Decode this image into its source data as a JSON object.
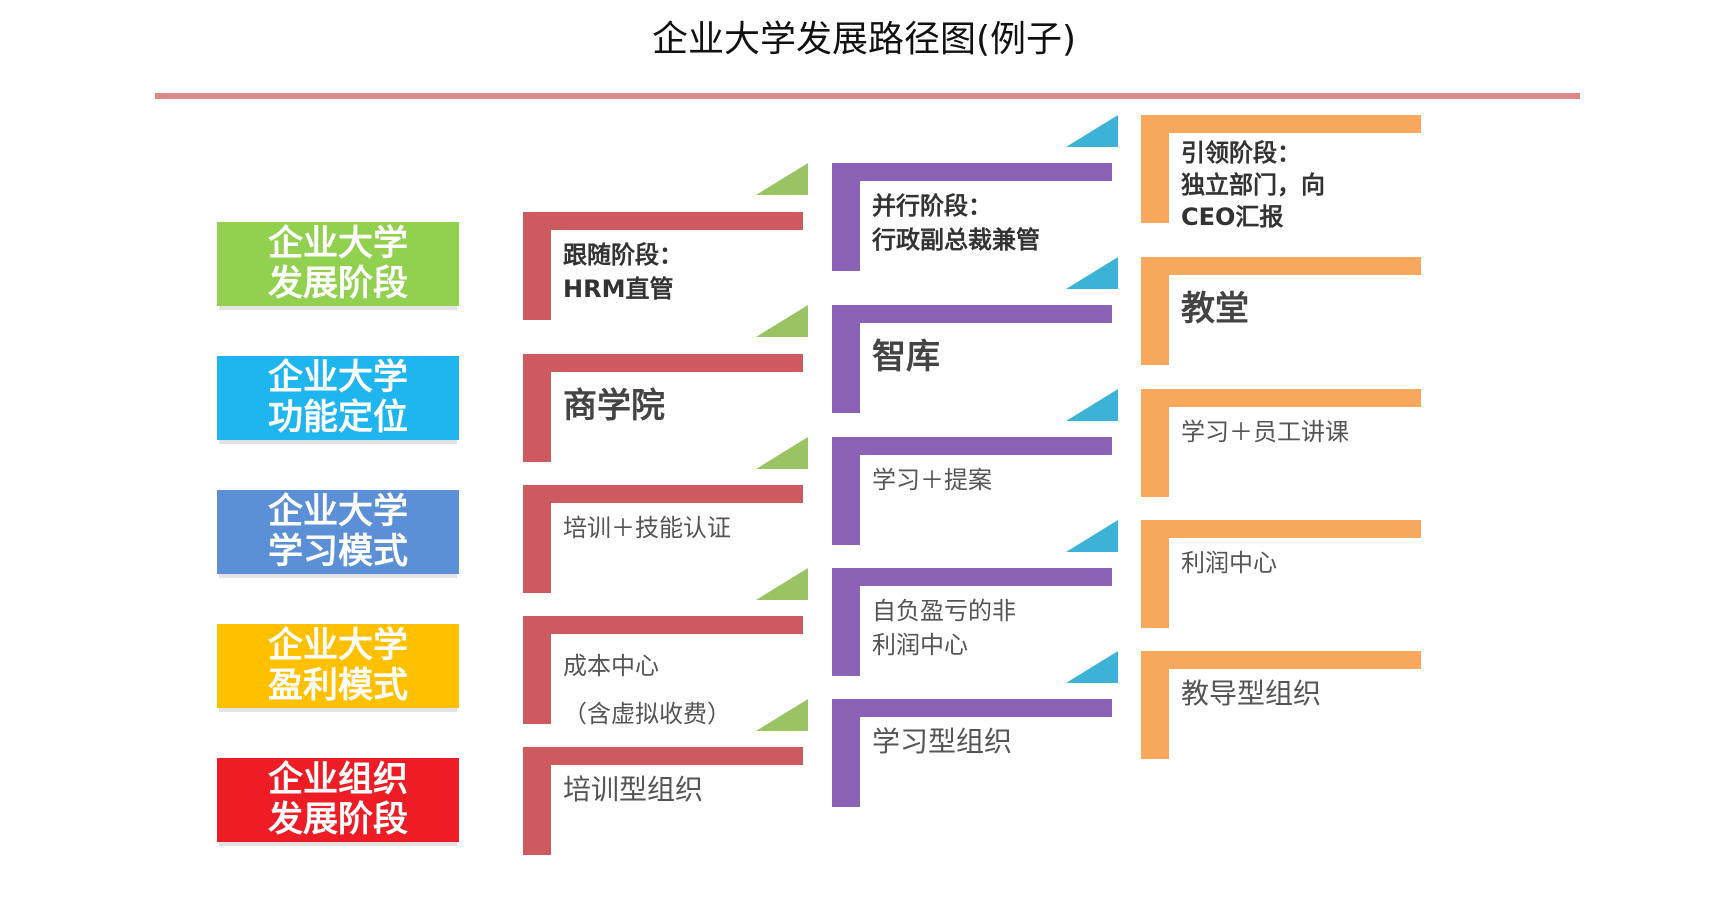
{
  "title": "企业大学发展路径图(例子)",
  "labels": [
    {
      "text": "企业大学\n发展阶段",
      "color": "#92d050"
    },
    {
      "text": "企业大学\n功能定位",
      "color": "#1fb5ee"
    },
    {
      "text": "企业大学\n学习模式",
      "color": "#5b8fd6"
    },
    {
      "text": "企业大学\n盈利模式",
      "color": "#ffc000"
    },
    {
      "text": "企业组织\n发展阶段",
      "color": "#ee1c24"
    }
  ],
  "col1": [
    "跟随阶段：\nHRM直管",
    "商学院",
    "培训＋技能认证",
    "成本中心\n（含虚拟收费）",
    "培训型组织"
  ],
  "col2": [
    "并行阶段：\n行政副总裁兼管",
    "智库",
    "学习＋提案",
    "自负盈亏的非\n利润中心",
    "学习型组织"
  ],
  "col3": [
    "引领阶段：\n独立部门，向\nCEO汇报",
    "教堂",
    "学习＋员工讲课",
    "利润中心",
    "教导型组织"
  ],
  "colors": {
    "red": "#cd5a5f",
    "purple": "#8b62b5",
    "orange": "#f8a85c",
    "green": "#9ac464",
    "blue": "#3cb3d6",
    "rule": "#d98a86"
  }
}
